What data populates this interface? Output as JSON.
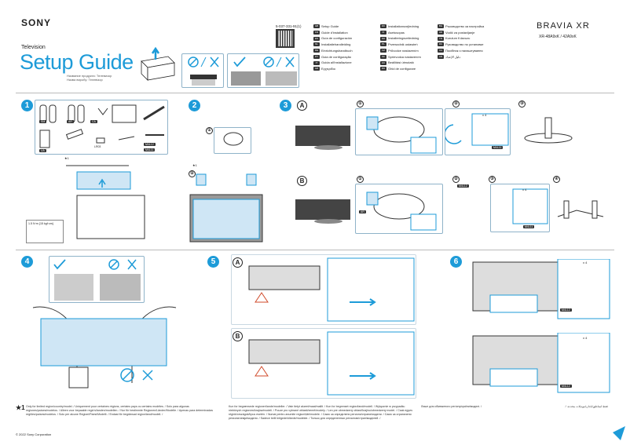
{
  "header": {
    "brand": "SONY",
    "category": "Television",
    "title": "Setup Guide",
    "product_name_ru": "Название продукта: Телевизор",
    "product_name_uk": "Назва виробу: Телевізор",
    "doc_number": "5-037-331-91(1)",
    "model_brand": "BRAVIA XR",
    "model_numbers": "XR-48A9xK / 42A9xK"
  },
  "languages": {
    "col1": [
      {
        "code": "GB",
        "label": "Setup Guide"
      },
      {
        "code": "FR",
        "label": "Guide d'installation"
      },
      {
        "code": "ES",
        "label": "Guía de configuración"
      },
      {
        "code": "NL",
        "label": "Installatiehandleiding"
      },
      {
        "code": "DE",
        "label": "Einrichtungshandbuch"
      },
      {
        "code": "PT",
        "label": "Guia de configuração"
      },
      {
        "code": "IT",
        "label": "Guida all'installazione"
      },
      {
        "code": "GR",
        "label": "Εγχειρίδιο"
      }
    ],
    "col2": [
      {
        "code": "DK",
        "label": "Installationsvejledning"
      },
      {
        "code": "FI",
        "label": "Asetusopas"
      },
      {
        "code": "NO",
        "label": "Installeringsveiledning"
      },
      {
        "code": "PL",
        "label": "Przewodnik ustawień"
      },
      {
        "code": "CZ",
        "label": "Průvodce nastavením"
      },
      {
        "code": "SK",
        "label": "Sprievodca nastavením"
      },
      {
        "code": "HU",
        "label": "Beállítási útmutató"
      },
      {
        "code": "RO",
        "label": "Ghid de configurare"
      }
    ],
    "col3": [
      {
        "code": "BG",
        "label": "Ръководство за настройка"
      },
      {
        "code": "HR",
        "label": "Vodič za postavljanje"
      },
      {
        "code": "TR",
        "label": "Kurulum Kılavuzu"
      },
      {
        "code": "RU",
        "label": "Руководство по установке"
      },
      {
        "code": "UA",
        "label": "Посібник з налаштування"
      },
      {
        "code": "AR",
        "label": "دليل الإعداد"
      }
    ]
  },
  "steps": {
    "s1": "1",
    "s2": "2",
    "s3": "3",
    "s4": "4",
    "s5": "5",
    "s6": "6",
    "A": "A",
    "B": "B",
    "c1": "①",
    "c2": "②",
    "c3": "③",
    "c4": "④"
  },
  "labels": {
    "torque": "1.5 N·m {15 kgf·cm}",
    "m4l12": "M4L12",
    "m4l11": "M4L11",
    "lr03": "LR03",
    "x4": "x 4",
    "ar": "AR",
    "ca": "CA",
    "ua": "UA",
    "sm": "SM",
    "star1": "★1"
  },
  "footer": {
    "star_note": "★1",
    "col1": "Only for limited region/country/model. / Uniquement pour certaines régions, certains pays ou certains modèles. / Solo para algunas regiones/países/modelos. / Alleen voor bepaalde regio's/landen/modellen. / Nur für bestimmte Regionen/Länder/Modelle. / Apenas para determinadas regiões/países/modelos. / Solo per alcune Regioni/Paesi/Modelli. / Endast för begränsad region/land/modell. /",
    "col2": "Kun for begrænsede regioner/lande/modeller. / Vain tietyt alueet/maat/mallit. / Kun for begrenset region/land/modell. / Wyłącznie w przypadku niektórych regionów/krajów/modeli. / Pouze pro vybrané oblasti/země/modely. / Len pre obmedzený oblasť/krajinu/obmedzený model. / Csak egyes régiók/országok/típus esetén. / Numai pentru anumite regiuni/țări/modele. / Само за определени региони/страни/модели. / Само за ограничени региони/земји/модели. / Sadece belli bölgede/ülkede/modelde. / Только для определенных регионов/стран/моделей. /",
    "col3": "Лише для обмеженого регіону/країни/моделі. /",
    "col3_ar": "فقط لمناطق/بلدان/موديلات محددة. /",
    "copyright": "© 2022 Sony Corporation"
  }
}
